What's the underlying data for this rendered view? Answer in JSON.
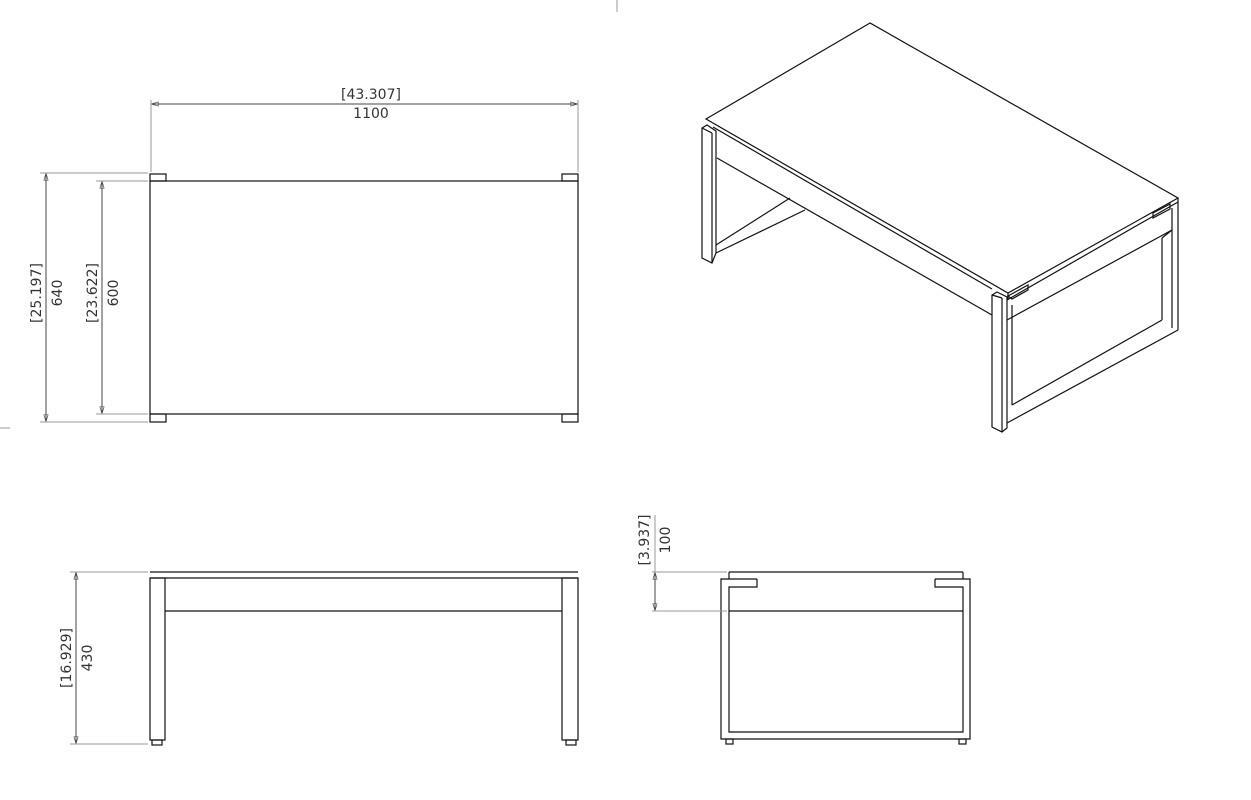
{
  "drawing": {
    "top_view": {
      "width_dim": {
        "inch": "[43.307]",
        "mm": "1100"
      },
      "outer_depth_dim": {
        "inch": "[25.197]",
        "mm": "640"
      },
      "inner_depth_dim": {
        "inch": "[23.622]",
        "mm": "600"
      }
    },
    "front_view": {
      "height_dim": {
        "inch": "[16.929]",
        "mm": "430"
      }
    },
    "side_view": {
      "apron_dim": {
        "inch": "[3.937]",
        "mm": "100"
      }
    }
  }
}
